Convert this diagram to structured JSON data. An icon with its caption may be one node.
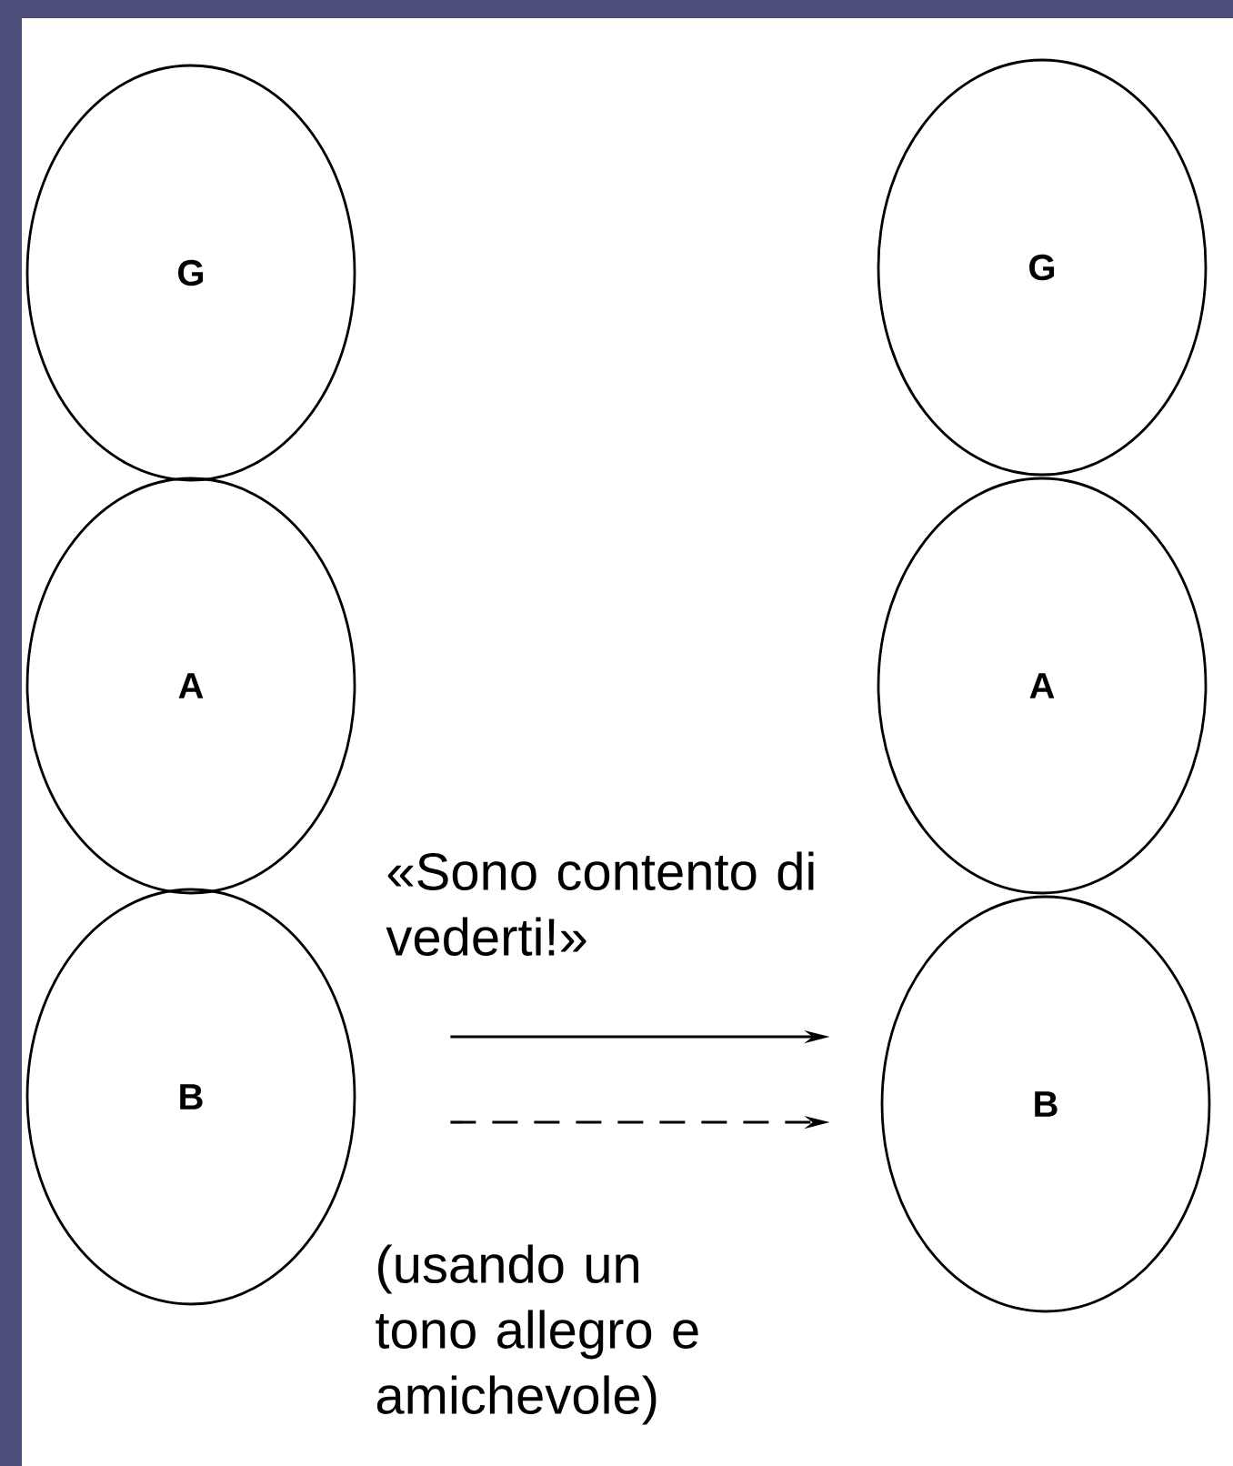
{
  "diagram": {
    "nodes": [
      {
        "text": [
          "G"
        ]
      },
      {
        "text": [
          "A"
        ]
      },
      {
        "text": [
          "B"
        ]
      },
      {
        "text": [
          "G"
        ]
      },
      {
        "text": [
          "A"
        ]
      },
      {
        "text": [
          "B"
        ]
      }
    ],
    "edges": [
      {
        "from": 2,
        "to": 5,
        "arrow": "to",
        "label": "«Sono contento di vederti!»"
      },
      {
        "from": 2,
        "to": 5,
        "arrow": "to",
        "style": "dashed",
        "label": "(usando un tono allegro e amichevole)"
      }
    ]
  }
}
